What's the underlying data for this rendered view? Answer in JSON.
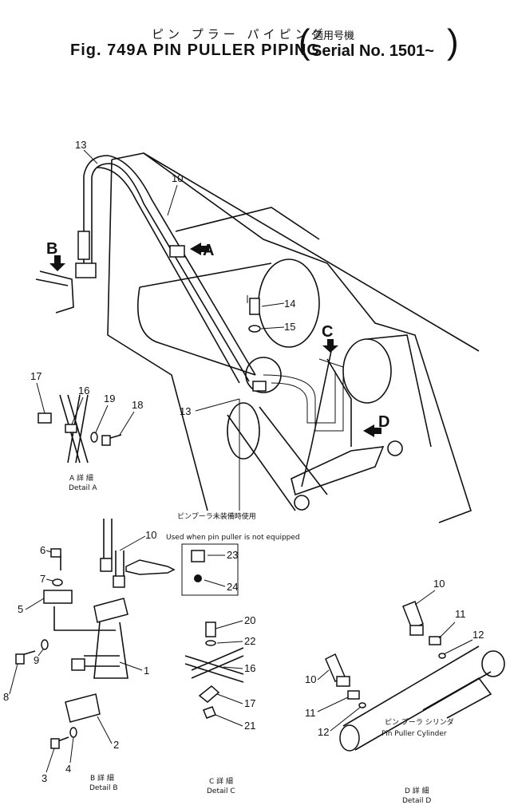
{
  "title": {
    "japanese": "ピン プラー パイピング",
    "main": "Fig. 749A PIN PULLER PIPING",
    "serial_japanese": "適用号機",
    "serial": "Serial No. 1501~"
  },
  "callouts": {
    "c13a": "13",
    "c10a": "10",
    "c14": "14",
    "c15": "15",
    "c13b": "13",
    "arrowA": "A",
    "arrowB": "B",
    "arrowC": "C",
    "arrowD": "D",
    "c17a": "17",
    "c16a": "16",
    "c19": "19",
    "c18": "18",
    "c6": "6",
    "c7": "7",
    "c5": "5",
    "c8": "8",
    "c9": "9",
    "c1": "1",
    "c3": "3",
    "c4": "4",
    "c2": "2",
    "c10b": "10",
    "c23": "23",
    "c24": "24",
    "c20": "20",
    "c22": "22",
    "c16b": "16",
    "c17b": "17",
    "c21": "21",
    "c10c": "10",
    "c11a": "11",
    "c12a": "12",
    "c10d": "10",
    "c11b": "11",
    "c12b": "12"
  },
  "notes": {
    "not_equipped_jp": "ピンプーラ未装備時使用",
    "not_equipped_en": "Used when pin puller is not equipped",
    "cylinder_jp": "ピン プーラ シリンダ",
    "cylinder_en": "Pin Puller Cylinder"
  },
  "details": {
    "a_jp": "A 詳 細",
    "a_en": "Detail A",
    "b_jp": "B 詳 細",
    "b_en": "Detail B",
    "c_jp": "C 詳 細",
    "c_en": "Detail C",
    "d_jp": "D 詳 細",
    "d_en": "Detail D"
  }
}
